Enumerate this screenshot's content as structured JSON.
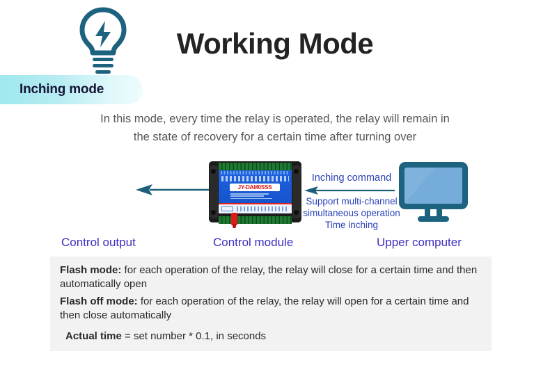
{
  "header": {
    "title": "Working Mode"
  },
  "badge": {
    "label": "Inching mode",
    "gradient_from": "#9fe8ee",
    "gradient_to": "#eefcfd",
    "text_color": "#151536"
  },
  "description": {
    "line1": "In this mode, every time the relay is operated, the relay will remain in",
    "line2": "the state of recovery for a certain time after turning over"
  },
  "diagram": {
    "bulb": {
      "icon": "lightbulb-lightning-icon",
      "color": "#1d6380",
      "caption": "Control output"
    },
    "module": {
      "icon": "relay-control-module-icon",
      "board_label": "JY-DAM0SSS",
      "board_label_color": "#d81212",
      "pcb_color": "#1756d4",
      "caption": "Control module"
    },
    "computer": {
      "icon": "desktop-monitor-icon",
      "frame_color": "#1d6380",
      "screen_color": "#7fb3dd",
      "caption": "Upper computer"
    },
    "arrows": {
      "module_to_output": "arrow-left-icon",
      "computer_to_module": "arrow-left-icon",
      "color": "#1d5f7a"
    },
    "command_label": "Inching command",
    "command_color": "#2b42b8",
    "support_lines": [
      "Support multi-channel",
      "simultaneous operation",
      "Time inching"
    ],
    "caption_color": "#3a2fc0"
  },
  "notes": {
    "background": "#f2f2f2",
    "items": [
      {
        "term": "Flash mode:",
        "text": " for each operation of the relay, the relay will close for a certain time and then automatically open"
      },
      {
        "term": "Flash off mode:",
        "text": " for each operation of the relay, the relay will open for a certain time and then close automatically"
      }
    ],
    "actual": {
      "term": "Actual time",
      "text": " = set number * 0.1, in seconds"
    }
  }
}
